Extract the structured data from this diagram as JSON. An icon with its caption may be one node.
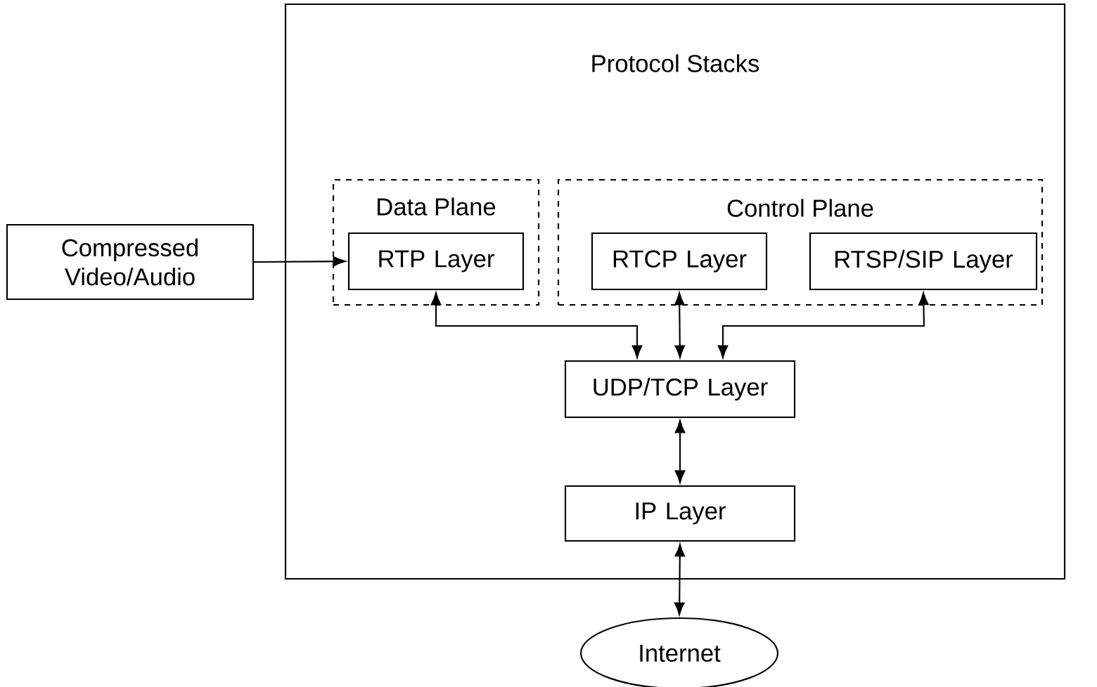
{
  "diagram": {
    "nodes": [
      {
        "text": [
          "Protocol Stacks"
        ]
      },
      {
        "text": [
          "Data Plane"
        ],
        "in": 0
      },
      {
        "text": [
          "RTP Layer"
        ],
        "in": 1
      },
      {
        "text": [
          "Control Plane"
        ],
        "in": 0
      },
      {
        "text": [
          "RTCP Layer"
        ],
        "in": 3
      },
      {
        "text": [
          "RTSP/SIP Layer"
        ],
        "in": 3
      },
      {
        "text": [
          "UDP/TCP Layer"
        ],
        "in": 0
      },
      {
        "text": [
          "IP Layer"
        ],
        "in": 0
      },
      {
        "text": [
          "Compressed Video/Audio"
        ]
      },
      {
        "text": [
          "Internet"
        ]
      }
    ],
    "edges": [
      {
        "from": 8,
        "to": 2,
        "arrow": "to"
      },
      {
        "from": 2,
        "to": 6,
        "arrow": "both"
      },
      {
        "from": 4,
        "to": 6,
        "arrow": "both"
      },
      {
        "from": 5,
        "to": 6,
        "arrow": "both"
      },
      {
        "from": 6,
        "to": 7,
        "arrow": "both"
      },
      {
        "from": 7,
        "to": 9,
        "arrow": "both"
      }
    ]
  }
}
